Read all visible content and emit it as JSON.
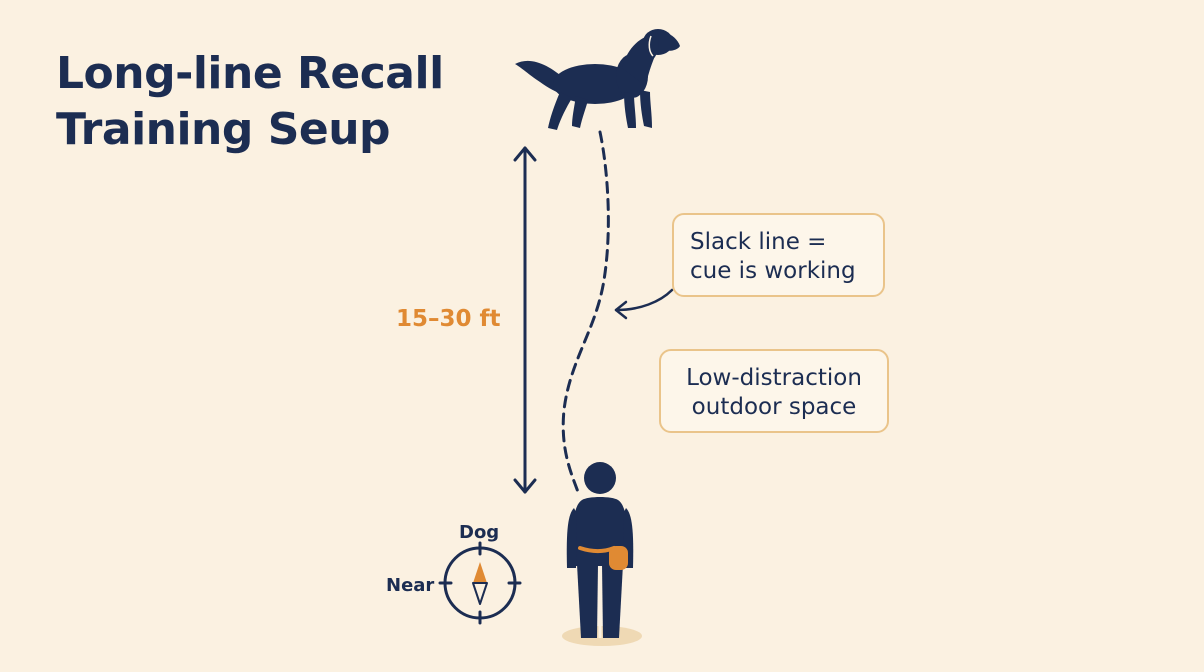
{
  "title": {
    "line1": "Long-line Recall",
    "line2": "Training Seup"
  },
  "distance": {
    "label": "15–30 ft"
  },
  "callouts": {
    "slack_line": {
      "line1": "Slack line =",
      "line2": "cue is working"
    },
    "space": {
      "line1": "Low-distraction",
      "line2": "outdoor space"
    }
  },
  "compass": {
    "north_label": "Dog",
    "west_label": "Near"
  },
  "colors": {
    "background": "#fbf1e1",
    "navy": "#1c2d52",
    "orange": "#e08a33",
    "callout_border": "#eac48a"
  },
  "icons": [
    "dog-icon",
    "person-icon",
    "treat-pouch-icon",
    "compass-icon",
    "double-arrow-icon",
    "curved-arrow-icon"
  ]
}
